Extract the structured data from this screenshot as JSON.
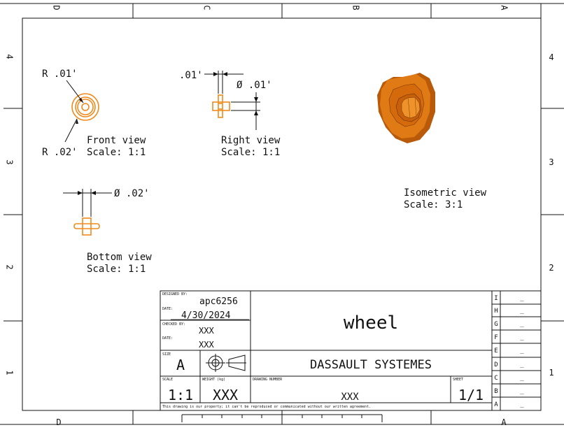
{
  "border": {
    "top_columns": [
      "D",
      "C",
      "B",
      "A"
    ],
    "bottom_columns": [
      "D",
      "A"
    ],
    "rows": [
      "4",
      "3",
      "2",
      "1"
    ]
  },
  "views": {
    "front": {
      "title": "Front view",
      "scale": "Scale:  1:1",
      "dim_inner": "R .01'",
      "dim_outer": "R .02'"
    },
    "right": {
      "title": "Right view",
      "scale": "Scale:  1:1",
      "dim_width": ".01'",
      "dim_diameter": "Ø .01'"
    },
    "bottom": {
      "title": "Bottom view",
      "scale": "Scale:  1:1",
      "dim_diameter": "Ø .02'"
    },
    "isometric": {
      "title": "Isometric view",
      "scale": "Scale:  3:1"
    }
  },
  "title_block": {
    "designed_by_label": "DESIGNED BY:",
    "designed_by": "apc6256",
    "date_label": "DATE:",
    "date": "4/30/2024",
    "checked_by_label": "CHECKED BY:",
    "checked_by": "XXX",
    "date2_label": "DATE:",
    "date2": "XXX",
    "size_label": "SIZE",
    "size": "A",
    "part_name": "wheel",
    "company": "DASSAULT SYSTEMES",
    "scale_label": "SCALE",
    "scale": "1:1",
    "weight_label": "WEIGHT (kg)",
    "weight": "XXX",
    "drawing_number_label": "DRAWING NUMBER",
    "drawing_number": "XXX",
    "sheet_label": "SHEET",
    "sheet": "1/1",
    "disclaimer": "This drawing is our property; it can't be reproduced or communicated without our written agreement.",
    "revisions": [
      {
        "letter": "I",
        "value": "_"
      },
      {
        "letter": "H",
        "value": "_"
      },
      {
        "letter": "G",
        "value": "_"
      },
      {
        "letter": "F",
        "value": "_"
      },
      {
        "letter": "E",
        "value": "_"
      },
      {
        "letter": "D",
        "value": "_"
      },
      {
        "letter": "C",
        "value": "_"
      },
      {
        "letter": "B",
        "value": "_"
      },
      {
        "letter": "A",
        "value": "_"
      }
    ]
  },
  "colors": {
    "part": "#f08a1c",
    "part_dark": "#b85a0a",
    "line": "#111111"
  }
}
